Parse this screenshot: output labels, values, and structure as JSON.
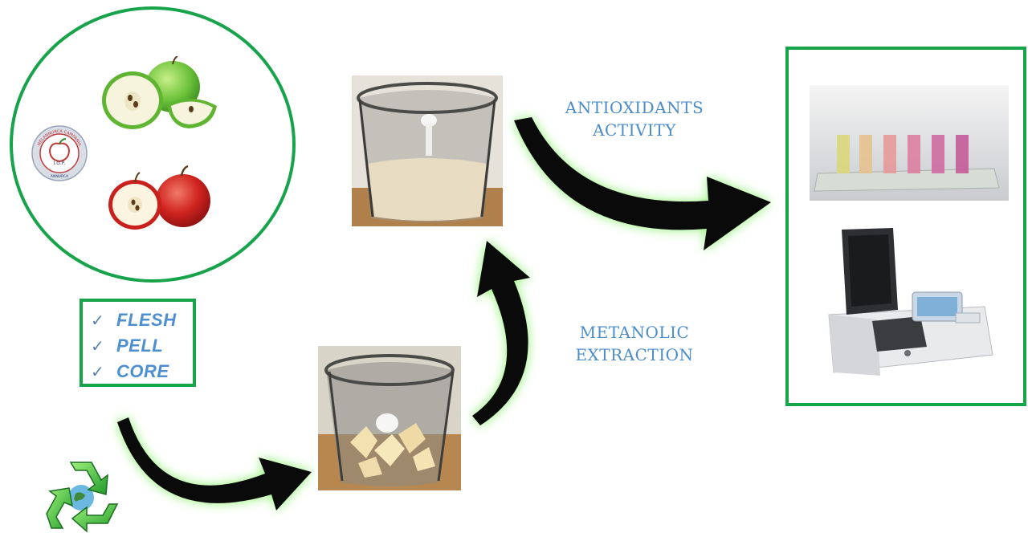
{
  "checklist": {
    "items": [
      "FLESH",
      "PELL",
      "CORE"
    ]
  },
  "labels": {
    "antioxidants_line1": "ANTIOXIDANTS",
    "antioxidants_line2": "ACTIVITY",
    "extraction_line1": "METANOLIC",
    "extraction_line2": "EXTRACTION"
  },
  "logo": {
    "ring_text": "MELANNURCA CAMPANIA",
    "center_text": "I.G.P.",
    "bottom_text": "ANNURCA"
  },
  "colors": {
    "frame_green": "#16a34a",
    "label_blue": "#4c8dc9",
    "arrow_black": "#0a0a0a",
    "glow_green": "#7cf05a"
  },
  "icons": {
    "recycle": "recycle-icon",
    "check": "check-icon"
  }
}
